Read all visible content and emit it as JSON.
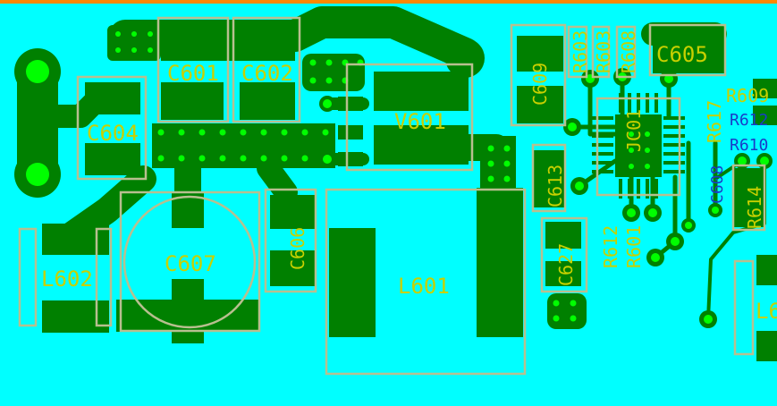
{
  "board": {
    "background_color": "#00ffff",
    "copper_color": "#008000",
    "silkscreen_color": "#b8bf8f",
    "label_color": "#c8d000",
    "via_color": "#00ff00",
    "top_strip_color": "#ff8800"
  },
  "labels": {
    "c601": "C601",
    "c602": "C602",
    "c604": "C604",
    "v601": "V601",
    "c607": "C607",
    "l602": "L602",
    "c606": "C606",
    "l601": "L601",
    "c609": "C609",
    "r603": "R603",
    "r603b": "R603",
    "r608": "R608",
    "c605": "C605",
    "jc01": "JC01",
    "r617": "R617",
    "r609": "R609",
    "r612": "R612",
    "r610": "R610",
    "c613": "C613",
    "c608": "C608",
    "r614": "R614",
    "c627": "C627",
    "r612b": "R612",
    "r601": "R601",
    "l6": "L6"
  }
}
